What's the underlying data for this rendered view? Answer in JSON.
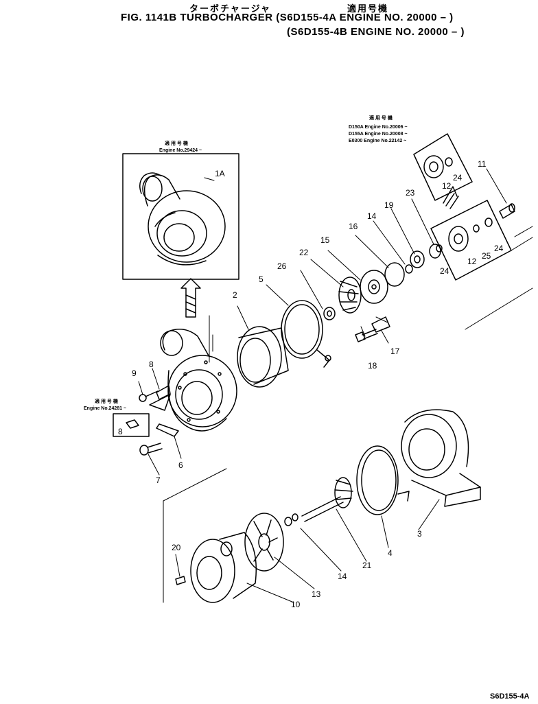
{
  "header": {
    "kana": "ターボチャージャ",
    "applicability_kana": "適用号機",
    "figure_title": "FIG. 1141B  TURBOCHARGER (S6D155-4A  ENGINE NO. 20000 – )",
    "figure_title_line2": "(S6D155-4B  ENGINE NO. 20000 – )"
  },
  "inset_notes": {
    "top_right": {
      "heading": "適 用 号 機",
      "lines": [
        "D150A  Engine No.20006 ~",
        "D155A  Engine No.20008 ~",
        "E0300  Engine No.22142 ~"
      ]
    },
    "housing_inset": {
      "heading": "適 用 号 機",
      "line": "Engine No.29424 ~"
    },
    "bracket_inset": {
      "heading": "適 用 号 機",
      "line": "Engine No.24281 ~"
    }
  },
  "callouts": {
    "p1A": "1A",
    "p2": "2",
    "p3": "3",
    "p4": "4",
    "p5": "5",
    "p6": "6",
    "p7": "7",
    "p8": "8",
    "p8b": "8",
    "p9": "9",
    "p10": "10",
    "p11": "11",
    "p12": "12",
    "p12b": "12",
    "p13": "13",
    "p14": "14",
    "p14b": "14",
    "p15": "15",
    "p16": "16",
    "p17": "17",
    "p18": "18",
    "p19": "19",
    "p20": "20",
    "p21": "21",
    "p22": "22",
    "p23": "23",
    "p24": "24",
    "p24b": "24",
    "p24c": "24",
    "p25": "25",
    "p26": "26"
  },
  "footer": {
    "code": "S6D155-4A"
  }
}
